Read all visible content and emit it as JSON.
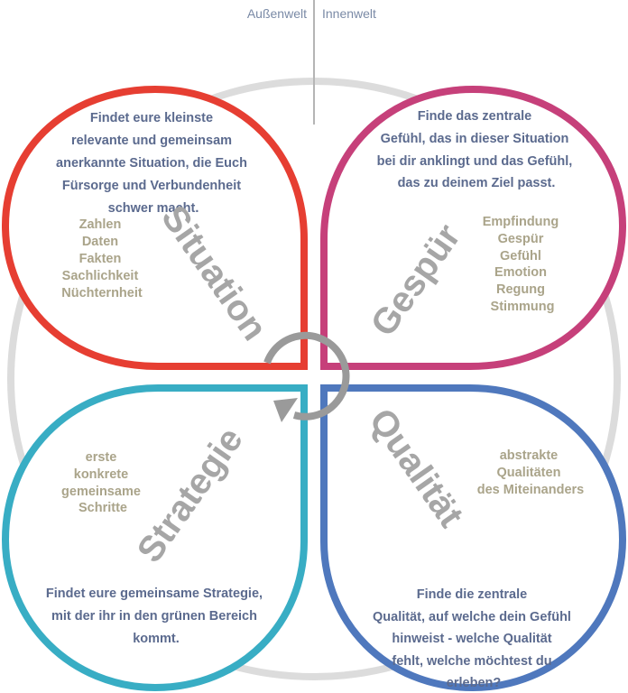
{
  "header": {
    "outer_world": "Außenwelt",
    "inner_world": "Innenwelt"
  },
  "colors": {
    "situation": "#e63e32",
    "gespuer": "#c6407a",
    "strategie": "#38adc4",
    "qualitaet": "#4f78bd",
    "ring": "#dcdcdc",
    "cycle_arrow": "#9a9a9a"
  },
  "quadrants": {
    "situation": {
      "title": "Situation",
      "question": [
        "Findet eure kleinste",
        "relevante und gemeinsam",
        "anerkannte Situation, die Euch",
        "Fürsorge und Verbundenheit",
        "schwer macht."
      ],
      "keywords": [
        "Zahlen",
        "Daten",
        "Fakten",
        "Sachlichkeit",
        "Nüchternheit"
      ]
    },
    "gespuer": {
      "title": "Gespür",
      "question": [
        "Finde das zentrale",
        "Gefühl, das in dieser Situation",
        "bei dir anklingt und das Gefühl,",
        "das zu deinem Ziel passt."
      ],
      "keywords": [
        "Empfindung",
        "Gespür",
        "Gefühl",
        "Emotion",
        "Regung",
        "Stimmung"
      ]
    },
    "strategie": {
      "title": "Strategie",
      "question": [
        "Findet eure gemeinsame Strategie,",
        "mit der ihr in den grünen Bereich",
        "kommt."
      ],
      "keywords": [
        "erste",
        "konkrete",
        "gemeinsame",
        "Schritte"
      ]
    },
    "qualitaet": {
      "title": "Qualität",
      "question": [
        "Finde die zentrale",
        "Qualität, auf  welche dein Gefühl",
        "hinweist -  welche Qualität",
        "fehlt, welche möchtest du",
        "erleben?"
      ],
      "keywords": [
        "abstrakte",
        "Qualitäten",
        "des Miteinanders"
      ]
    }
  }
}
